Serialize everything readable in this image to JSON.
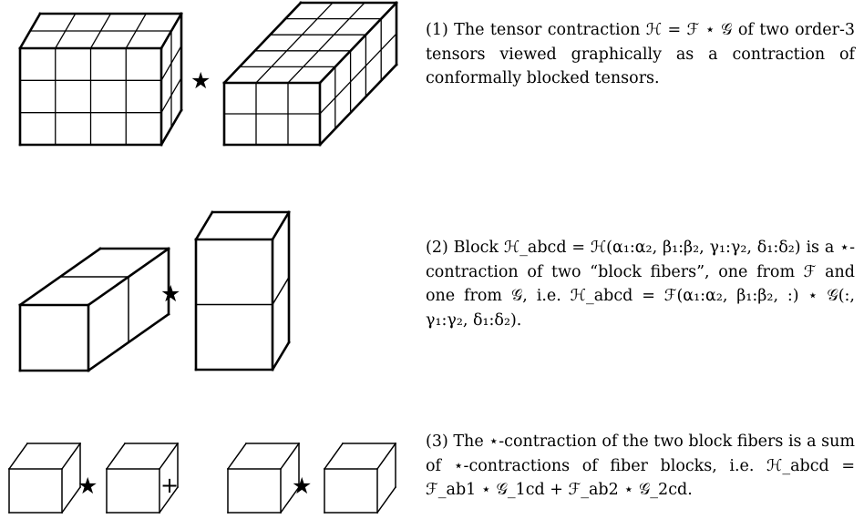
{
  "figure": {
    "operator_symbol": "★",
    "plus_symbol": "+"
  },
  "captions": [
    {
      "id": "cap1",
      "text": "(1) The tensor contraction ℋ = ℱ ⋆ 𝒢 of two order-3 tensors viewed graphically as a contraction of conformally blocked tensors."
    },
    {
      "id": "cap2",
      "text": "(2) Block ℋ_abcd = ℋ(α₁:α₂, β₁:β₂, γ₁:γ₂, δ₁:δ₂) is a ⋆-contraction of two “block fibers”, one from ℱ and one from 𝒢, i.e. ℋ_abcd = ℱ(α₁:α₂, β₁:β₂, :) ⋆ 𝒢(:, γ₁:γ₂, δ₁:δ₂)."
    },
    {
      "id": "cap3",
      "text": "(3) The ⋆-contraction of the two block fibers is a sum of ⋆-contractions of fiber blocks, i.e. ℋ_abcd = ℱ_ab1 ⋆ 𝒢_1cd + ℱ_ab2 ⋆ 𝒢_2cd."
    }
  ]
}
